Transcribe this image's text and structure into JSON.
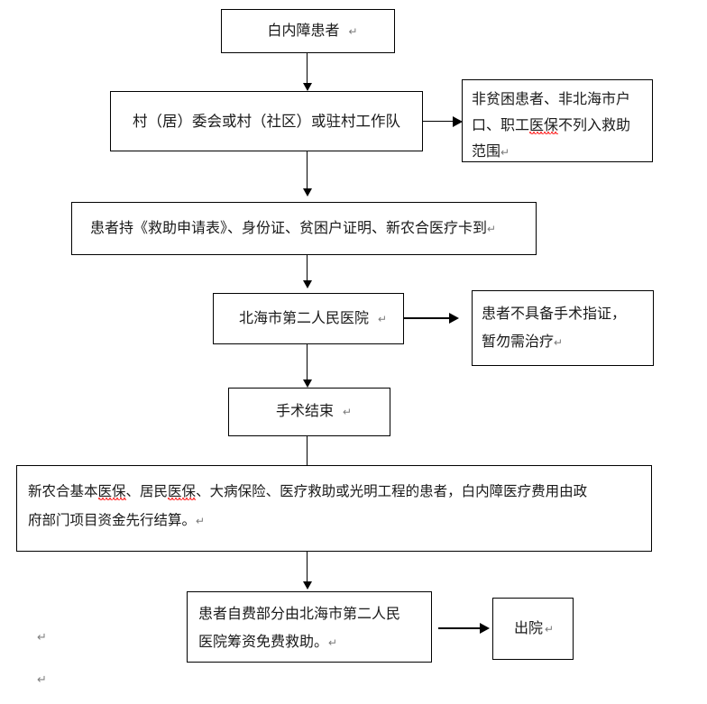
{
  "document": {
    "title": "白内障患者救助流程图",
    "background_color": "#ffffff",
    "line_color": "#000000",
    "text_color": "#1a1a1a",
    "spellcheck_underline_color": "#ff0000",
    "return_mark": "↵"
  },
  "nodes": {
    "patient": {
      "id": "n1",
      "label": "白内障患者",
      "align": "center"
    },
    "village_committee": {
      "id": "n2",
      "label": "村（居）委会或村（社区）或驻村工作队",
      "align": "center"
    },
    "excluded": {
      "id": "n3",
      "label": "非贫困患者、非北海市户\n口、职工医保不列入救助\n范围",
      "align": "left",
      "misspelled_terms": [
        "医保"
      ]
    },
    "documents": {
      "id": "n4",
      "label": "患者持《救助申请表》、身份证、贫困户证明、新农合医疗卡到",
      "align": "left"
    },
    "hospital": {
      "id": "n5",
      "label": "北海市第二人民医院",
      "align": "center"
    },
    "no_surgery": {
      "id": "n6",
      "label": "患者不具备手术指证，\n暂勿需治疗",
      "align": "left"
    },
    "surgery_end": {
      "id": "n7",
      "label": "手术结束",
      "align": "center"
    },
    "settlement": {
      "id": "n8",
      "label": "新农合基本医保、居民医保、大病保险、医疗救助或光明工程的患者，白内障医疗费用由政\n府部门项目资金先行结算。",
      "align": "left",
      "misspelled_terms": [
        "医保",
        "医保"
      ]
    },
    "self_pay": {
      "id": "n9",
      "label": "患者自费部分由北海市第二人民\n医院筹资免费救助。",
      "align": "left"
    },
    "discharge": {
      "id": "n10",
      "label": "出院",
      "align": "center"
    }
  },
  "edges": [
    {
      "name": "patient-to-village",
      "from": "patient",
      "to": "village_committee",
      "direction": "down"
    },
    {
      "name": "village-to-excluded",
      "from": "village_committee",
      "to": "excluded",
      "direction": "right"
    },
    {
      "name": "village-to-documents",
      "from": "village_committee",
      "to": "documents",
      "direction": "down"
    },
    {
      "name": "documents-to-hospital",
      "from": "documents",
      "to": "hospital",
      "direction": "down"
    },
    {
      "name": "hospital-to-no-surgery",
      "from": "hospital",
      "to": "no_surgery",
      "direction": "right"
    },
    {
      "name": "hospital-to-surgery-end",
      "from": "hospital",
      "to": "surgery_end",
      "direction": "down"
    },
    {
      "name": "surgery-end-to-settlement",
      "from": "surgery_end",
      "to": "settlement",
      "direction": "down"
    },
    {
      "name": "settlement-to-self-pay",
      "from": "settlement",
      "to": "self_pay",
      "direction": "down"
    },
    {
      "name": "self-pay-to-discharge",
      "from": "self_pay",
      "to": "discharge",
      "direction": "right"
    }
  ],
  "paragraph_marks": [
    {
      "name": "paragraph-mark-1",
      "symbol": "↵"
    },
    {
      "name": "paragraph-mark-2",
      "symbol": "↵"
    }
  ]
}
